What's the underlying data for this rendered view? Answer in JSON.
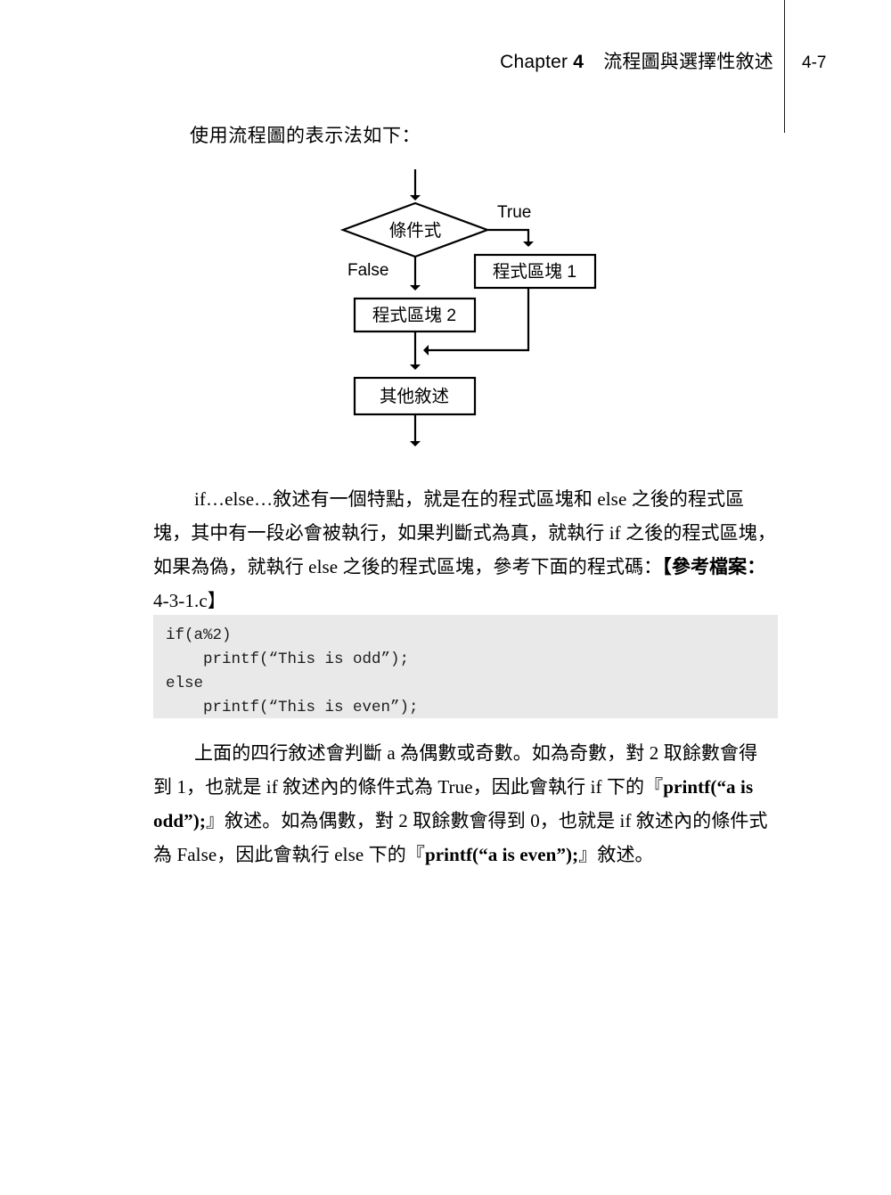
{
  "header": {
    "chapter_word": "Chapter",
    "chapter_number": "4",
    "chapter_title": "流程圖與選擇性敘述",
    "page_number": "4-7"
  },
  "intro": {
    "line": "使用流程圖的表示法如下："
  },
  "flowchart": {
    "decision_label": "條件式",
    "true_label": "True",
    "false_label": "False",
    "block_true": "程式區塊 1",
    "block_false": "程式區塊 2",
    "block_end": "其他敘述"
  },
  "paragraph_ifelse": {
    "line1": "if…else…敘述有一個特點，就是在的程式區塊和 else 之後的程式區",
    "line2": "塊，其中有一段必會被執行，如果判斷式為真，就執行 if 之後的程式區塊，",
    "line3_a": "如果為偽，就執行 else 之後的程式區塊，參考下面的程式碼：",
    "line3_b": "【參考檔案：",
    "line4": "4-3-1.c】"
  },
  "code_block": {
    "lines": [
      "if(a%2)",
      "    printf(“This is odd”);",
      "else",
      "    printf(“This is even”);"
    ]
  },
  "paragraph_explain": {
    "line1": "上面的四行敘述會判斷 a 為偶數或奇數。如為奇數，對 2 取餘數會得",
    "line2_a": "到 1，也就是 if 敘述內的條件式為 True，因此會執行 if 下的『",
    "line2_b": "printf(“a is",
    "line3_a": "odd”);",
    "line3_b": "』敘述。如為偶數，對 2 取餘數會得到 0，也就是 if 敘述內的條件式",
    "line4_a": "為 False，因此會執行 else 下的『",
    "line4_b": "printf(“a is even”);",
    "line4_c": "』敘述。"
  },
  "colors": {
    "code_background": "#e9e9e9",
    "ink": "#000000",
    "rule": "#1a1a1a"
  }
}
